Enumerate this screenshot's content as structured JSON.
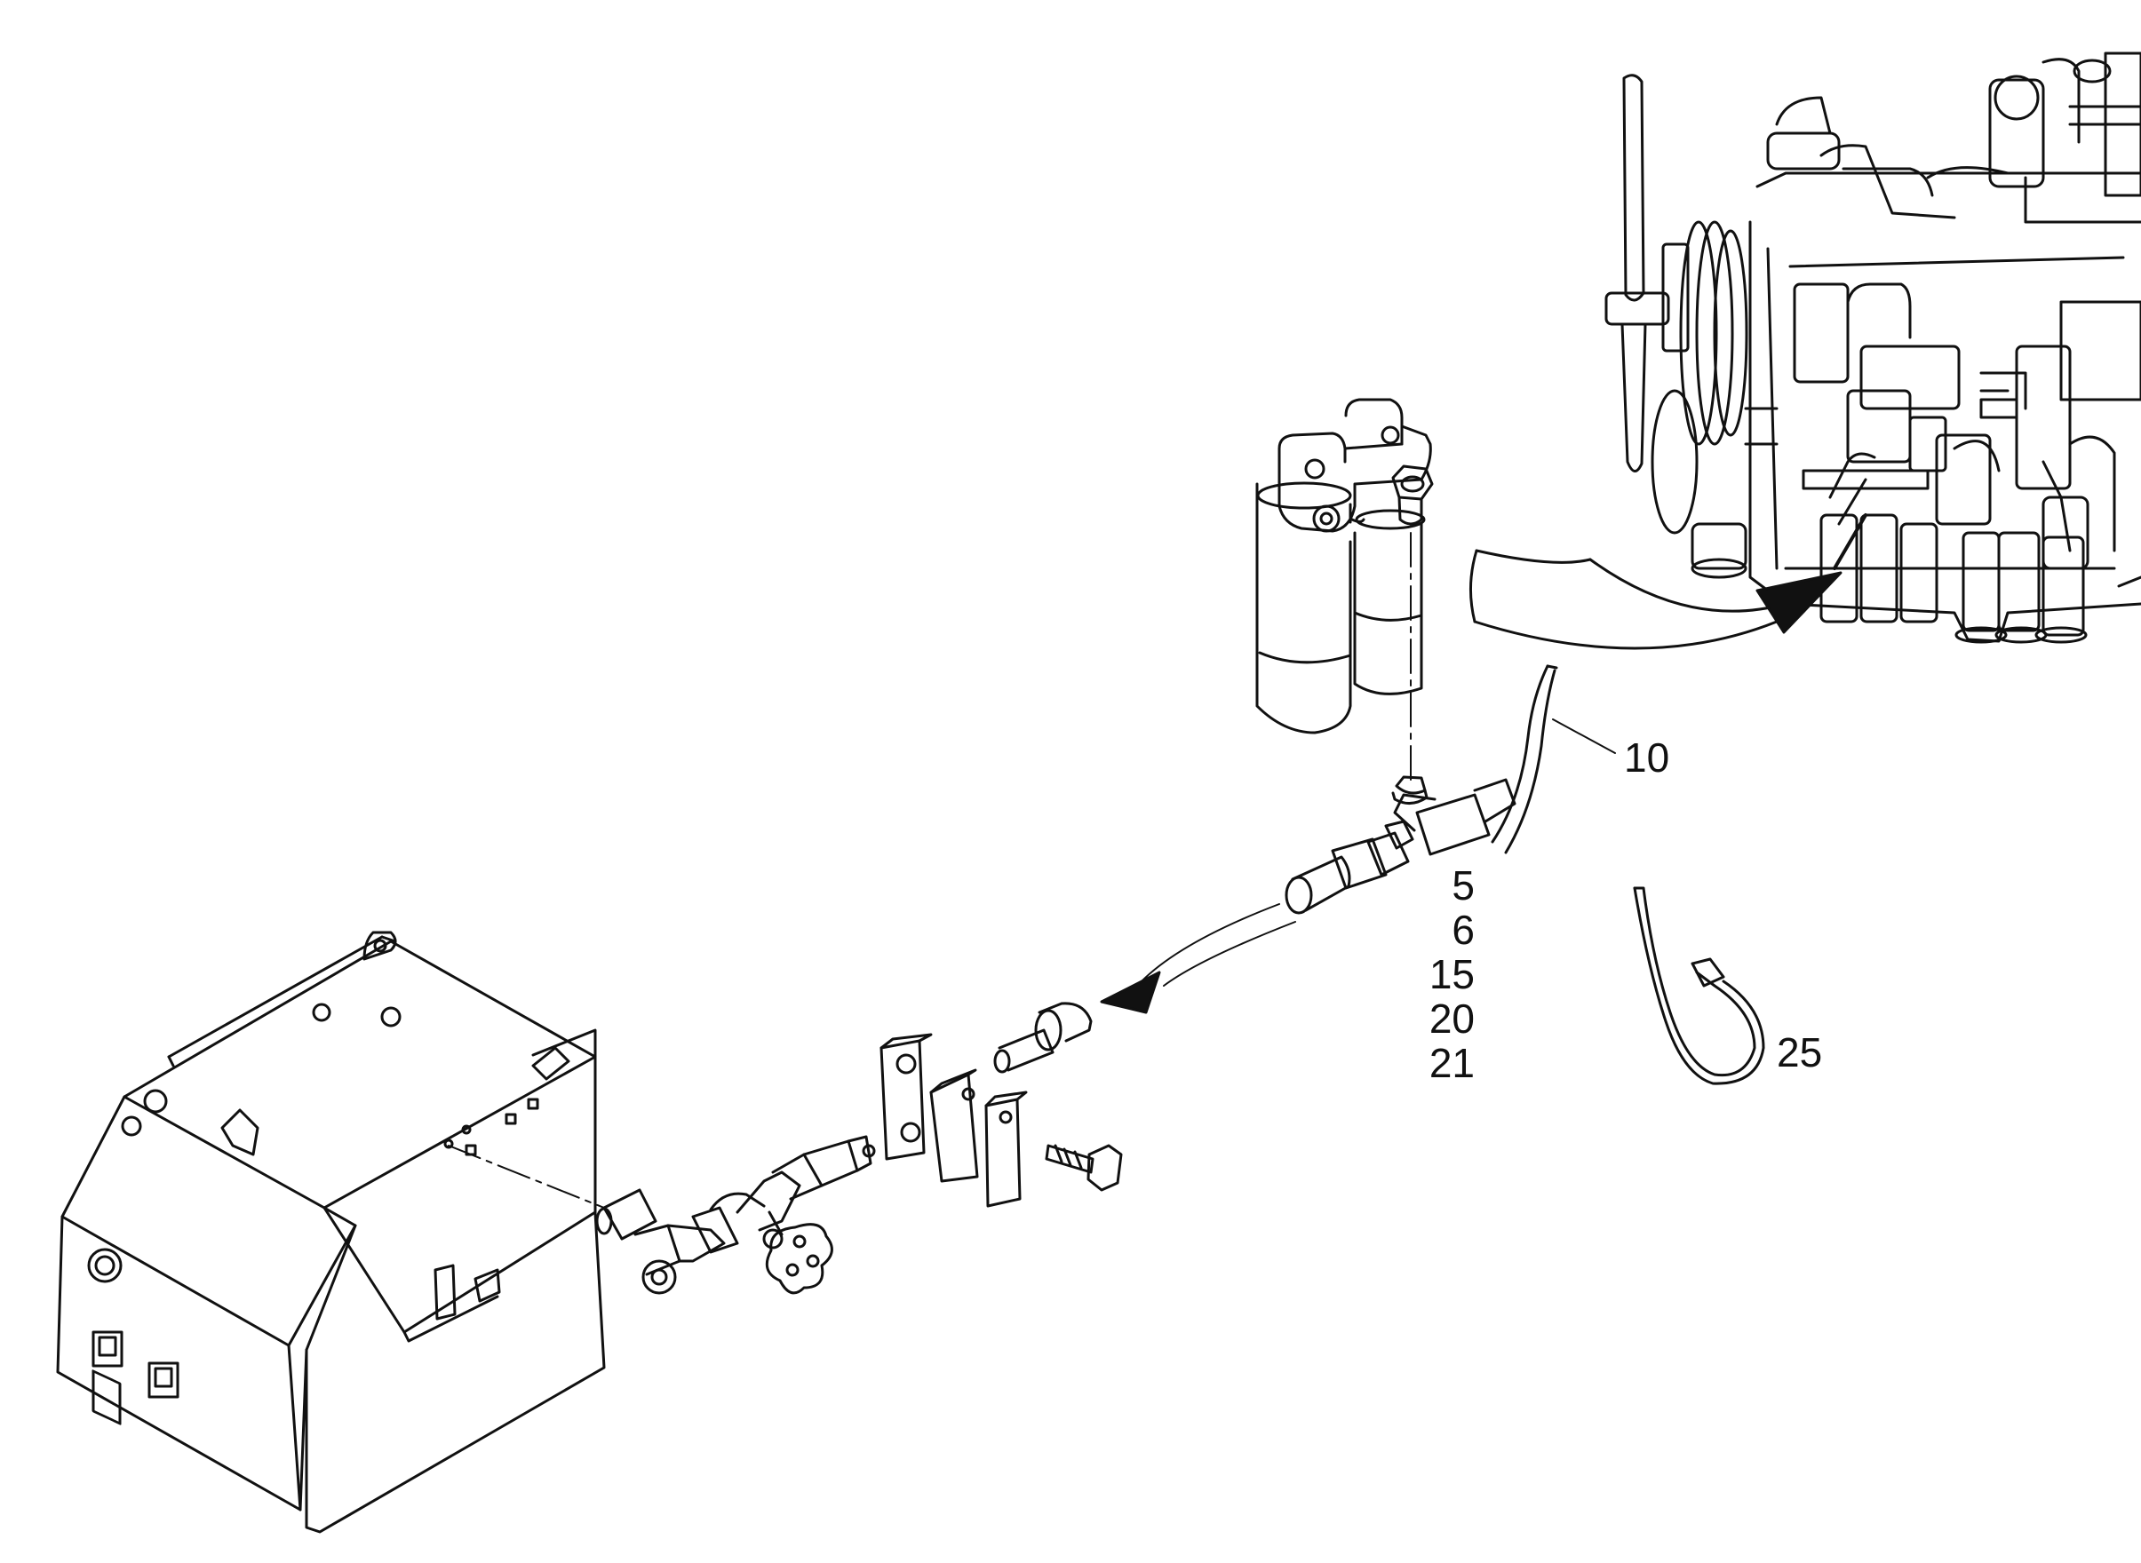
{
  "diagram": {
    "callouts": {
      "hose_line": "10",
      "tee_group": [
        "5",
        "6",
        "15",
        "20",
        "21"
      ],
      "cable_tie": "25"
    }
  },
  "colors": {
    "line": "#111111",
    "background": "#ffffff"
  }
}
